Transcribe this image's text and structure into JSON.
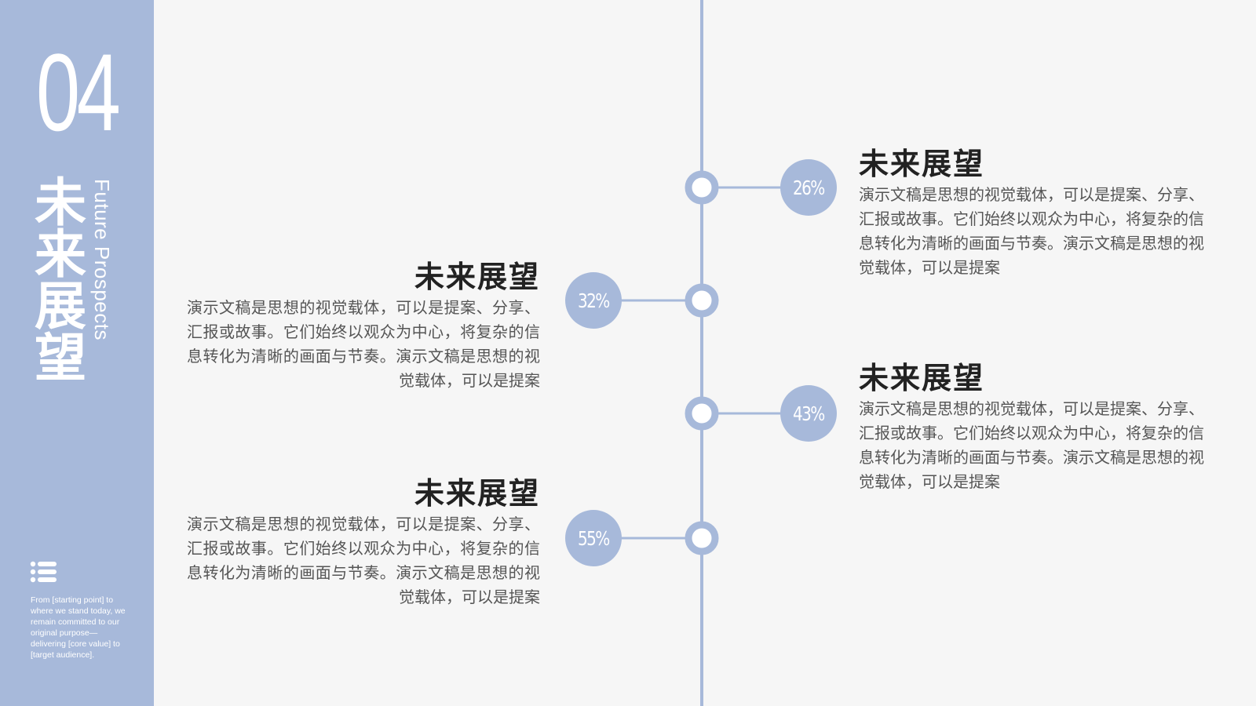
{
  "sidebar": {
    "section_number": "04",
    "title_cn": "未来展望",
    "title_en": "Future Prospects",
    "note": "From [starting point] to where we stand today, we remain committed to our original purpose—delivering [core value] to [target audience].",
    "icon": "list-icon"
  },
  "items": [
    {
      "percent": "26%",
      "title": "未来展望",
      "body": "演示文稿是思想的视觉载体，可以是提案、分享、汇报或故事。它们始终以观众为中心，将复杂的信息转化为清晰的画面与节奏。演示文稿是思想的视觉载体，可以是提案"
    },
    {
      "percent": "32%",
      "title": "未来展望",
      "body": "演示文稿是思想的视觉载体，可以是提案、分享、汇报或故事。它们始终以观众为中心，将复杂的信息转化为清晰的画面与节奏。演示文稿是思想的视觉载体，可以是提案"
    },
    {
      "percent": "43%",
      "title": "未来展望",
      "body": "演示文稿是思想的视觉载体，可以是提案、分享、汇报或故事。它们始终以观众为中心，将复杂的信息转化为清晰的画面与节奏。演示文稿是思想的视觉载体，可以是提案"
    },
    {
      "percent": "55%",
      "title": "未来展望",
      "body": "演示文稿是思想的视觉载体，可以是提案、分享、汇报或故事。它们始终以观众为中心，将复杂的信息转化为清晰的画面与节奏。演示文稿是思想的视觉载体，可以是提案"
    }
  ],
  "colors": {
    "accent": "#a7b9da",
    "background": "#f6f6f6",
    "title": "#222222",
    "body": "#555555"
  }
}
